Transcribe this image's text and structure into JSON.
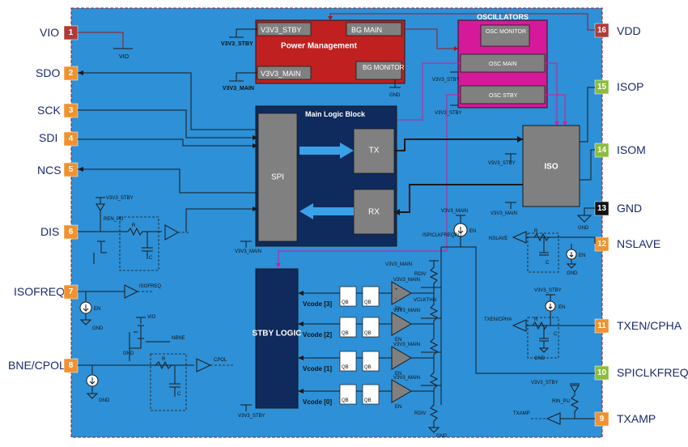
{
  "pins": [
    {
      "num": "1",
      "label": "VIO",
      "color": "#b03a3a"
    },
    {
      "num": "2",
      "label": "SDO",
      "color": "#f0922f"
    },
    {
      "num": "3",
      "label": "SCK",
      "color": "#f0922f"
    },
    {
      "num": "4",
      "label": "SDI",
      "color": "#f0922f"
    },
    {
      "num": "5",
      "label": "NCS",
      "color": "#f0922f"
    },
    {
      "num": "6",
      "label": "DIS",
      "color": "#f0922f"
    },
    {
      "num": "7",
      "label": "ISOFREQ",
      "color": "#f0922f"
    },
    {
      "num": "8",
      "label": "BNE/CPOL",
      "color": "#f0922f"
    },
    {
      "num": "16",
      "label": "VDD",
      "color": "#b03a3a"
    },
    {
      "num": "15",
      "label": "ISOP",
      "color": "#8bbd3c"
    },
    {
      "num": "14",
      "label": "ISOM",
      "color": "#8bbd3c"
    },
    {
      "num": "13",
      "label": "GND",
      "color": "#111111"
    },
    {
      "num": "12",
      "label": "NSLAVE",
      "color": "#f0922f"
    },
    {
      "num": "11",
      "label": "TXEN/CPHA",
      "color": "#f0922f"
    },
    {
      "num": "10",
      "label": "SPICLKFREQ",
      "color": "#8bbd3c"
    },
    {
      "num": "9",
      "label": "TXAMP",
      "color": "#f0922f"
    }
  ],
  "power": {
    "title": "Power Management",
    "v3v3_stby": "V3V3_STBY",
    "bg_main": "BG MAIN",
    "v3v3_main": "V3V3_MAIN",
    "bg_monitor": "BG MONITOR"
  },
  "osc": {
    "title": "OSCILLATORS",
    "monitor": "OSC MONITOR",
    "main": "OSC MAIN",
    "stby": "OSC STBY"
  },
  "logic": {
    "title": "Main Logic Block",
    "spi": "SPI",
    "tx": "TX",
    "rx": "RX"
  },
  "iso": "ISO",
  "stby_logic": "STBY LOGIC",
  "vcodes": [
    "Vcode [3]",
    "Vcode [2]",
    "Vcode [1]",
    "Vcode [0]"
  ],
  "labels": {
    "vio": "VIO",
    "gnd": "GND",
    "v3v3_stby": "V3V3_STBY",
    "v3v3_main": "V3V3_MAIN",
    "ren_pu": "REN_PU",
    "rin_pu": "RIN_PU",
    "r": "R",
    "c": "C",
    "en": "EN",
    "isofreq": "ISOFREQ",
    "nbne": "NBNE",
    "cpol": "CPOL",
    "nslave": "NSLAVE",
    "txen_cpha": "TXEN/CPHA",
    "txamp": "TXAMP",
    "ispiclk": "ISPICLKFREQPU",
    "rdiv": "RDIV",
    "vclkthn": "VCLKTHN",
    "q": "Q",
    "qb": "QB",
    "plus": "+",
    "minus": "-"
  },
  "colors": {
    "background": "#2e90d6",
    "power": "#c0201f",
    "osc": "#d6199a",
    "logic": "#0f2a5c",
    "block_gray": "#808080"
  }
}
